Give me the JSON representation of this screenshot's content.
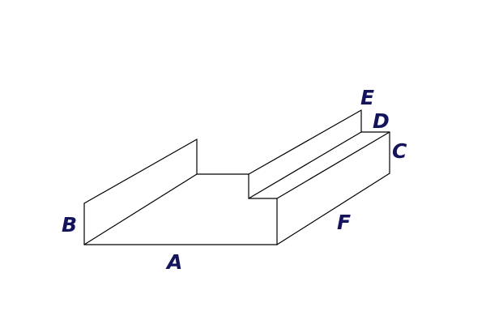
{
  "diagram": {
    "line_color": "#000000",
    "label_color": "#14145c",
    "labels": {
      "a": "A",
      "b": "B",
      "c": "C",
      "d": "D",
      "e": "E",
      "f": "F"
    }
  }
}
